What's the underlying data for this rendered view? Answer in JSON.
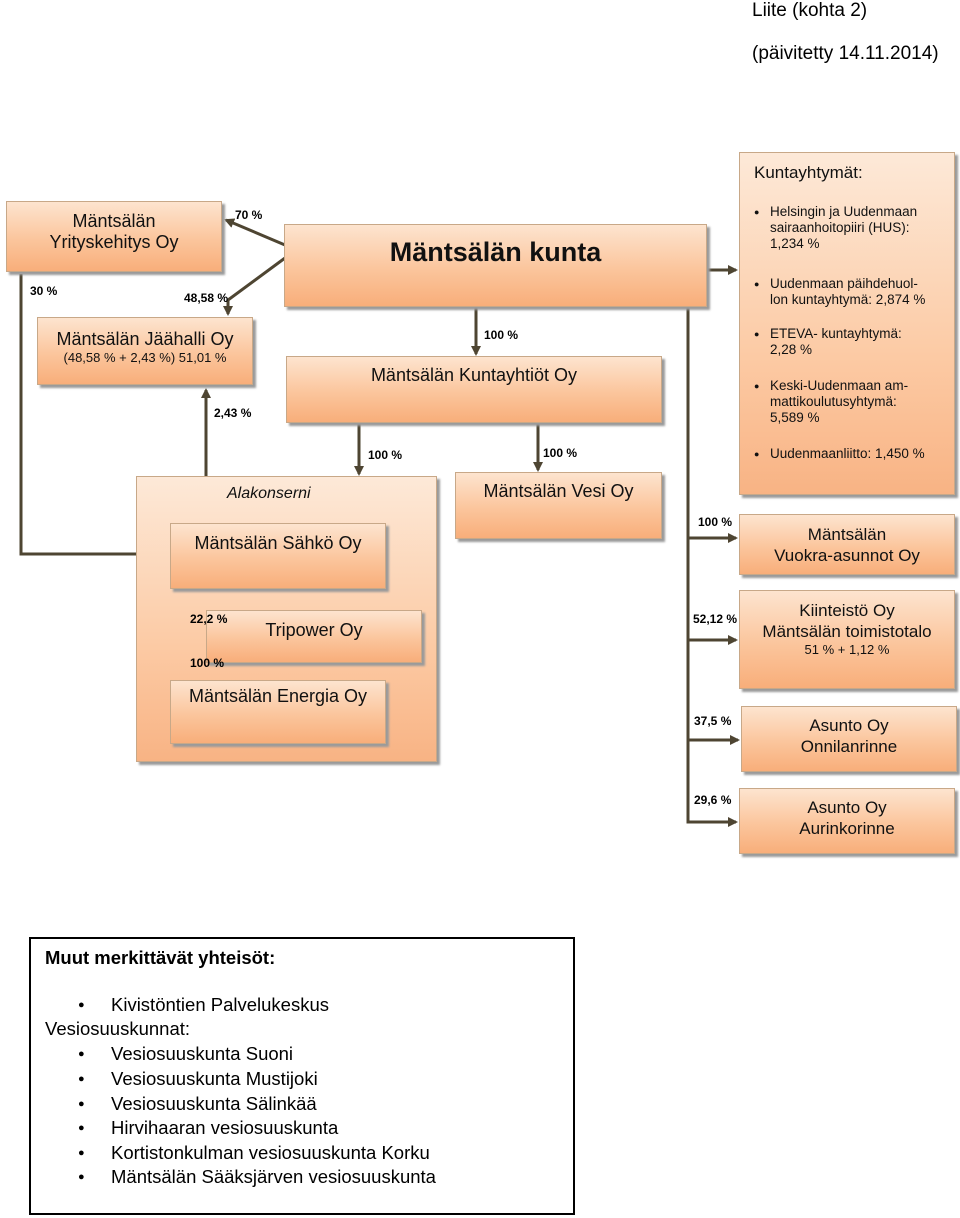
{
  "header": {
    "line1": "Liite (kohta 2)",
    "line2": "(päivitetty 14.11.2014)"
  },
  "nodes": {
    "yrityskehitys": [
      "Mäntsälän",
      "Yrityskehitys Oy"
    ],
    "kunta": "Mäntsälän kunta",
    "jaahalli": {
      "name": "Mäntsälän Jäähalli Oy",
      "note": "(48,58 % + 2,43 %) 51,01 %"
    },
    "kuntayhtiot": "Mäntsälän Kuntayhtiöt Oy",
    "alakonserni": "Alakonserni",
    "sahko": "Mäntsälän Sähkö Oy",
    "vesi": "Mäntsälän Vesi Oy",
    "tripower": "Tripower Oy",
    "energia": "Mäntsälän Energia Oy",
    "vuokra": [
      "Mäntsälän",
      "Vuokra-asunnot Oy"
    ],
    "toimistotalo": {
      "line1": "Kiinteistö Oy",
      "line2": "Mäntsälän toimistotalo",
      "note": "51 % + 1,12 %"
    },
    "onnilanrinne": [
      "Asunto Oy",
      "Onnilanrinne"
    ],
    "aurinkorinne": [
      "Asunto Oy",
      "Aurinkorinne"
    ]
  },
  "edge_labels": {
    "kunta_yrityskehitys": "70 %",
    "yrityskehitys_sahko": "30 %",
    "kunta_jaahalli": "48,58 %",
    "sahko_jaahalli": "2,43 %",
    "kunta_kuntayhtiot": "100 %",
    "kuntayhtiot_sahko": "100 %",
    "kuntayhtiot_vesi": "100 %",
    "kunta_vuokra": "100 %",
    "sahko_tripower": "22,2 %",
    "sahko_energia": "100 %",
    "kunta_toimistotalo": "52,12 %",
    "kunta_onnilanrinne": "37,5 %",
    "kunta_aurinkorinne": "29,6 %"
  },
  "kuntayhtymat": {
    "title": "Kuntayhtymät:",
    "items": [
      [
        "Helsingin ja Uudenmaan",
        "sairaanhoitopiiri (HUS):",
        "1,234 %"
      ],
      [
        "Uudenmaan päihdehuol-",
        "lon kuntayhtymä: 2,874 %"
      ],
      [
        "ETEVA- kuntayhtymä:",
        "2,28 %"
      ],
      [
        "Keski-Uudenmaan am-",
        "mattikoulutusyhtymä:",
        "5,589 %"
      ],
      [
        "Uudenmaanliitto: 1,450 %"
      ]
    ]
  },
  "other": {
    "title": "Muut merkittävät yhteisöt:",
    "item1": "Kivistöntien Palvelukeskus",
    "subtitle": "Vesiosuuskunnat:",
    "items": [
      "Vesiosuuskunta Suoni",
      "Vesiosuuskunta Mustijoki",
      "Vesiosuuskunta Sälinkää",
      "Hirvihaaran vesiosuuskunta",
      "Kortistonkulman vesiosuuskunta Korku",
      "Mäntsälän Sääksjärven vesiosuuskunta"
    ]
  },
  "colors": {
    "box_light": "#fde4cf",
    "box_dark": "#f8ae7a",
    "line": "#4e4532"
  }
}
